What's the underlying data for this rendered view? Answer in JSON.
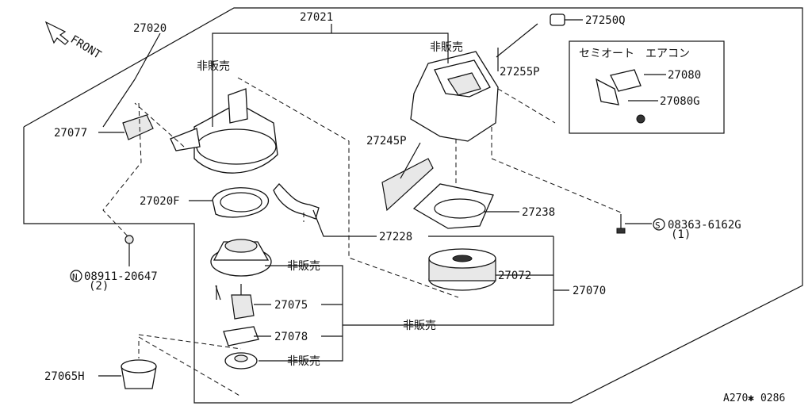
{
  "diagram": {
    "front_label": "FRONT",
    "figure_code": "A270✱ 0286",
    "option_box_title": "セミオート　エアコン",
    "not_for_sale": "非販売",
    "parts": {
      "p27020": "27020",
      "p27021": "27021",
      "p27250Q": "27250Q",
      "p27255P": "27255P",
      "p27080": "27080",
      "p27080G": "27080G",
      "p27077": "27077",
      "p27245P": "27245P",
      "p27020F": "27020F",
      "p27238": "27238",
      "p27228": "27228",
      "p27072": "27072",
      "p27070": "27070",
      "p27075": "27075",
      "p27078": "27078",
      "p27065H": "27065H"
    },
    "bolt_n": {
      "prefix": "N",
      "number": "08911-20647",
      "qty": "(2)"
    },
    "bolt_s": {
      "prefix": "S",
      "number": "08363-6162G",
      "qty": "(1)"
    }
  }
}
